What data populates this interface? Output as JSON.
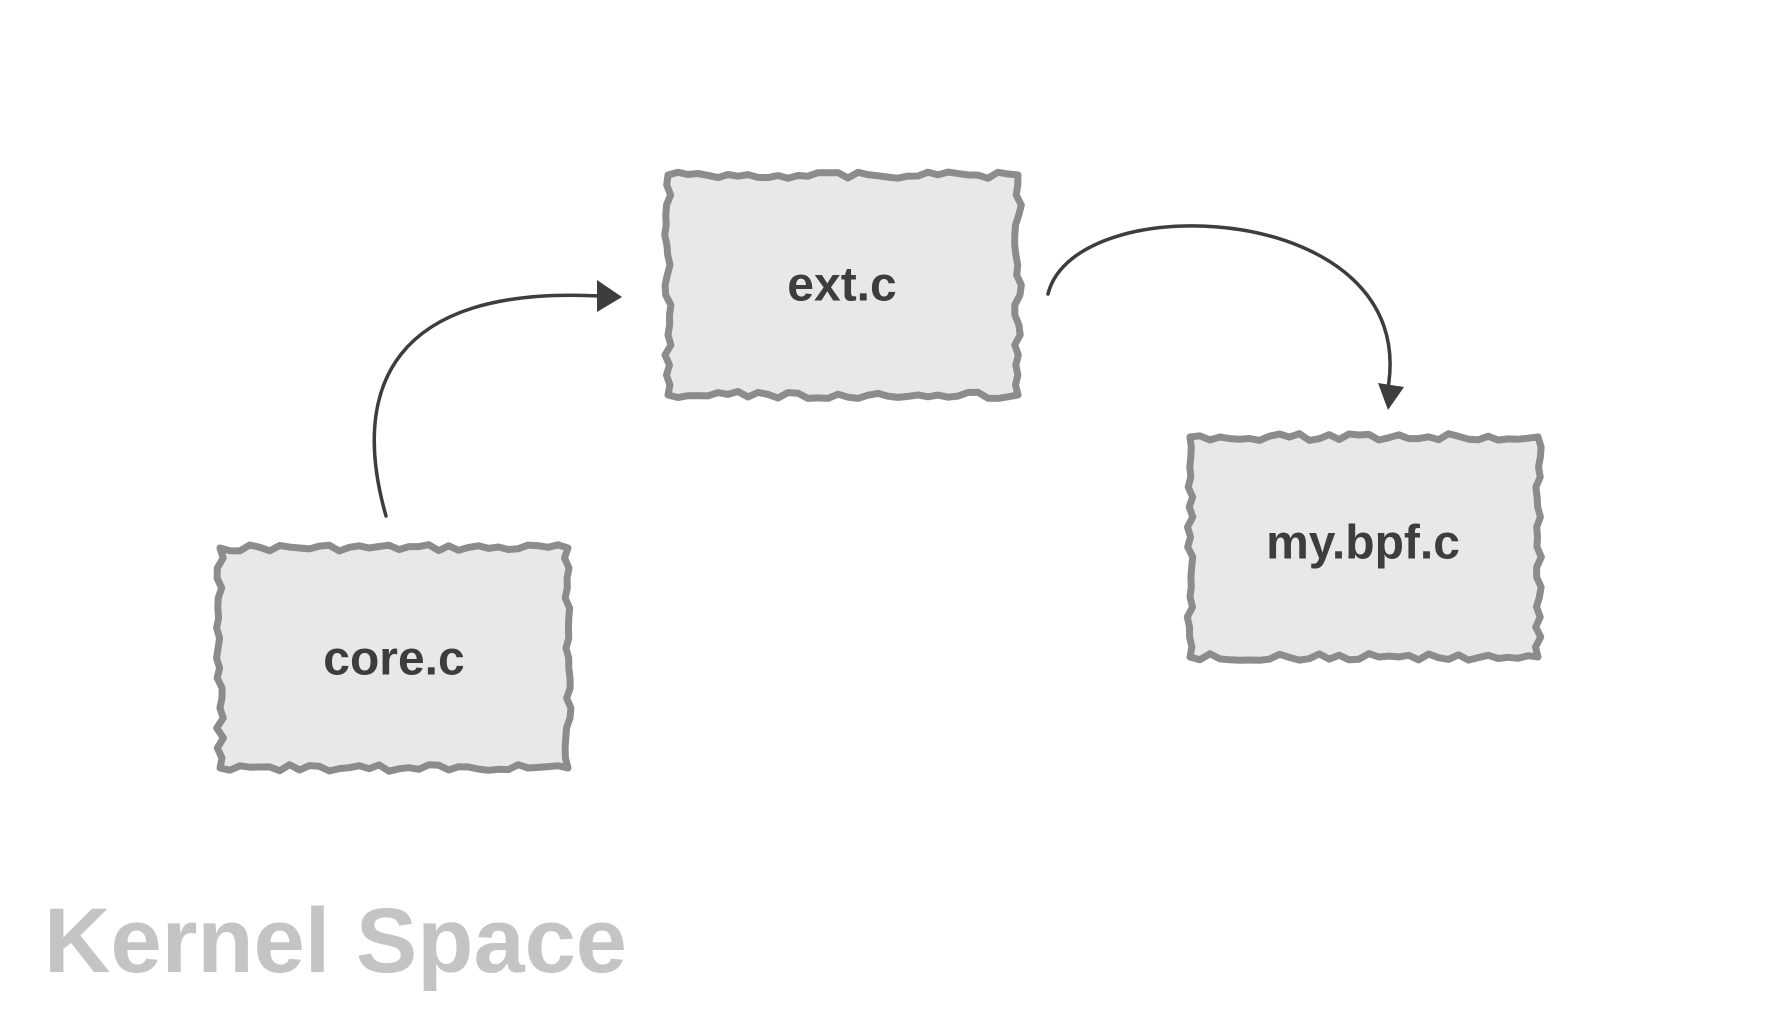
{
  "diagram": {
    "region_label": "Kernel Space",
    "nodes": [
      {
        "id": "core",
        "label": "core.c"
      },
      {
        "id": "ext",
        "label": "ext.c"
      },
      {
        "id": "mybpf",
        "label": "my.bpf.c"
      }
    ],
    "edges": [
      {
        "from": "core",
        "to": "ext"
      },
      {
        "from": "ext",
        "to": "mybpf"
      }
    ],
    "colors": {
      "box_fill": "#e8e8e8",
      "box_stroke": "#8c8c8c",
      "text": "#3d3d3d",
      "arrow": "#3d3d3d",
      "region_label": "#c4c4c4"
    }
  }
}
